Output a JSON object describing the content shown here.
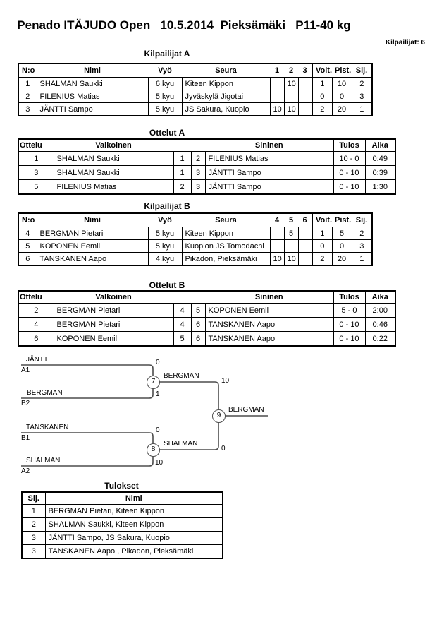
{
  "page": {
    "title": "Penado ITÄJUDO Open   10.5.2014  Pieksämäki   P11-40 kg",
    "participants_label": "Kilpailijat: 6"
  },
  "tables": {
    "kilpailijat_a": {
      "heading": "Kilpailijat A",
      "headers": [
        "N:o",
        "Nimi",
        "Vyö",
        "Seura",
        "1",
        "2",
        "3",
        "Voit.",
        "Pist.",
        "Sij."
      ],
      "rows": [
        [
          "1",
          "SHALMAN Saukki",
          "6.kyu",
          "Kiteen Kippon",
          "",
          "10",
          "",
          "1",
          "10",
          "2"
        ],
        [
          "2",
          "FILENIUS Matias",
          "5.kyu",
          "Jyväskylä Jigotai",
          "",
          "",
          "",
          "0",
          "0",
          "3"
        ],
        [
          "3",
          "JÄNTTI Sampo",
          "5.kyu",
          "JS Sakura, Kuopio",
          "10",
          "10",
          "",
          "2",
          "20",
          "1"
        ]
      ]
    },
    "ottelut_a": {
      "heading": "Ottelut A",
      "headers": [
        "Ottelu",
        "Valkoinen",
        "Sininen",
        "Tulos",
        "Aika"
      ],
      "rows": [
        [
          "1",
          "SHALMAN Saukki",
          "1",
          "2",
          "FILENIUS Matias",
          "10 - 0",
          "0:49"
        ],
        [
          "3",
          "SHALMAN Saukki",
          "1",
          "3",
          "JÄNTTI Sampo",
          "0 - 10",
          "0:39"
        ],
        [
          "5",
          "FILENIUS Matias",
          "2",
          "3",
          "JÄNTTI Sampo",
          "0 - 10",
          "1:30"
        ]
      ]
    },
    "kilpailijat_b": {
      "heading": "Kilpailijat B",
      "headers": [
        "N:o",
        "Nimi",
        "Vyö",
        "Seura",
        "4",
        "5",
        "6",
        "Voit.",
        "Pist.",
        "Sij."
      ],
      "rows": [
        [
          "4",
          "BERGMAN Pietari",
          "5.kyu",
          "Kiteen Kippon",
          "",
          "5",
          "",
          "1",
          "5",
          "2"
        ],
        [
          "5",
          "KOPONEN Eemil",
          "5.kyu",
          "Kuopion JS Tomodachi",
          "",
          "",
          "",
          "0",
          "0",
          "3"
        ],
        [
          "6",
          "TANSKANEN Aapo",
          "4.kyu",
          "Pikadon, Pieksämäki",
          "10",
          "10",
          "",
          "2",
          "20",
          "1"
        ]
      ]
    },
    "ottelut_b": {
      "heading": "Ottelut B",
      "headers": [
        "Ottelu",
        "Valkoinen",
        "Sininen",
        "Tulos",
        "Aika"
      ],
      "rows": [
        [
          "2",
          "BERGMAN Pietari",
          "4",
          "5",
          "KOPONEN Eemil",
          "5 - 0",
          "2:00"
        ],
        [
          "4",
          "BERGMAN Pietari",
          "4",
          "6",
          "TANSKANEN Aapo",
          "0 - 10",
          "0:46"
        ],
        [
          "6",
          "KOPONEN Eemil",
          "5",
          "6",
          "TANSKANEN Aapo",
          "0 - 10",
          "0:22"
        ]
      ]
    },
    "tulokset": {
      "heading": "Tulokset",
      "headers": [
        "Sij.",
        "Nimi"
      ],
      "rows": [
        [
          "1",
          "BERGMAN Pietari, Kiteen Kippon"
        ],
        [
          "2",
          "SHALMAN Saukki, Kiteen Kippon"
        ],
        [
          "3",
          "JÄNTTI Sampo, JS Sakura, Kuopio"
        ],
        [
          "3",
          "TANSKANEN Aapo , Pikadon, Pieksämäki"
        ]
      ]
    }
  },
  "bracket": {
    "semifinal_1": {
      "match_number": "7",
      "top_name": "JÄNTTI",
      "top_seed": "A1",
      "top_score": "0",
      "bottom_name": "BERGMAN",
      "bottom_seed": "B2",
      "bottom_score": "1",
      "winner_name": "BERGMAN",
      "winner_score": "10"
    },
    "semifinal_2": {
      "match_number": "8",
      "top_name": "TANSKANEN",
      "top_seed": "B1",
      "top_score": "0",
      "bottom_name": "SHALMAN",
      "bottom_seed": "A2",
      "bottom_score": "10",
      "winner_name": "SHALMAN",
      "winner_score": "0"
    },
    "final": {
      "match_number": "9",
      "winner_name": "BERGMAN"
    }
  },
  "colors": {
    "line": "#4d4d4d",
    "border": "#000000",
    "background": "#ffffff"
  }
}
